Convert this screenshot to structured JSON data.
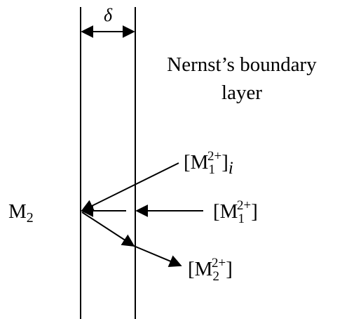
{
  "labels": {
    "delta": "δ",
    "boundary_line1": "Nernst’s boundary",
    "boundary_line2": "layer",
    "m2": "M",
    "m2_sub": "2",
    "m1i_base": "M",
    "m1i_sub": "1",
    "m1i_sup": "2+",
    "m1i_index": "i",
    "m1_base": "M",
    "m1_sub": "1",
    "m1_sup": "2+",
    "m2ion_base": "M",
    "m2ion_sub": "2",
    "m2ion_sup": "2+",
    "bracket_open": "[",
    "bracket_close": "]"
  }
}
